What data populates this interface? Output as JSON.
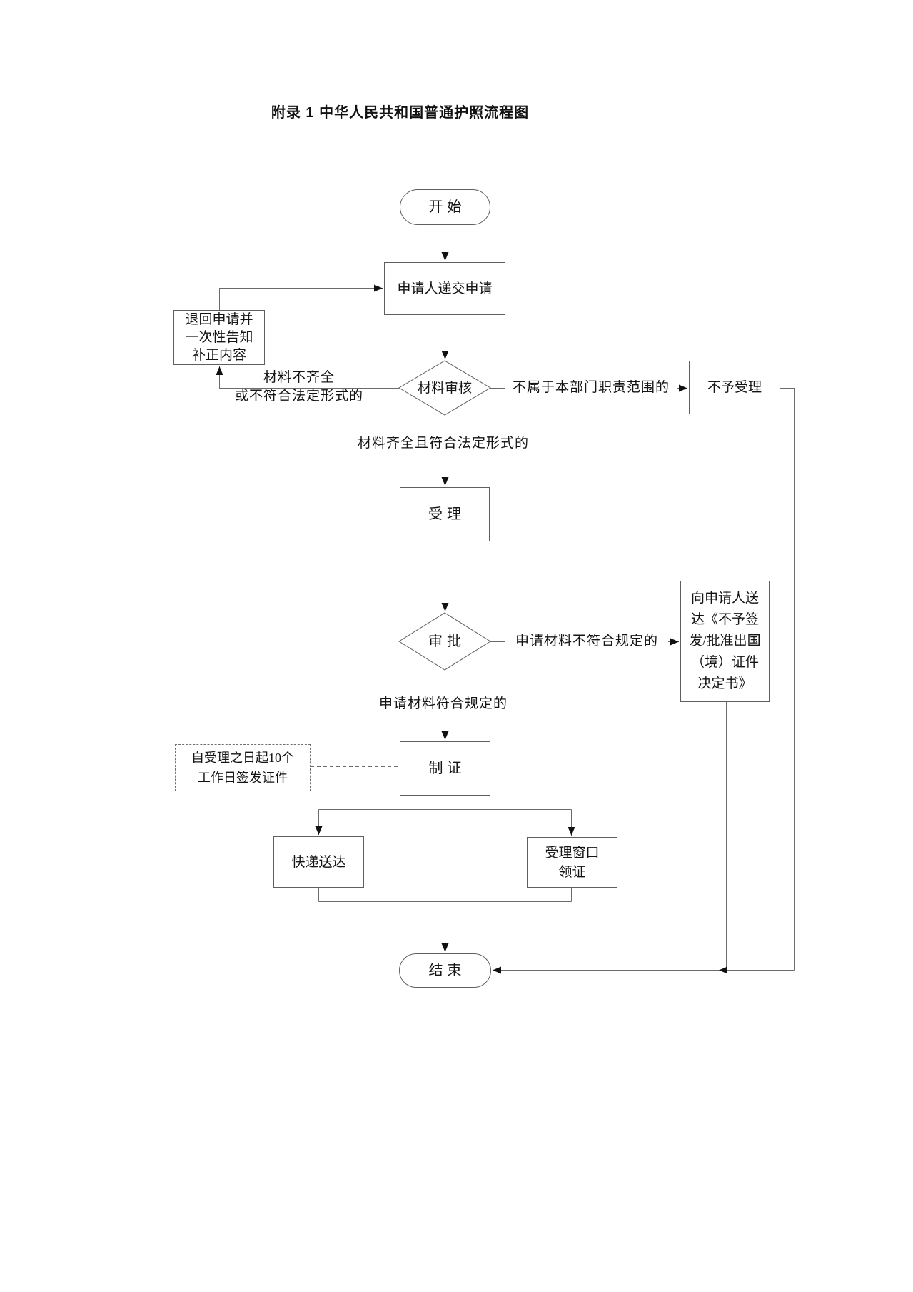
{
  "page": {
    "title": "附录 1 中华人民共和国普通护照流程图"
  },
  "nodes": {
    "start": {
      "type": "terminator",
      "label": "开始"
    },
    "submit": {
      "type": "process",
      "label": "申请人递交申请"
    },
    "review": {
      "type": "decision",
      "label": "材料审核"
    },
    "return_notice": {
      "type": "process",
      "text": "退回申请并一次性告知补正内容",
      "lines": [
        "退回申请并",
        "一次性告知",
        "补正内容"
      ]
    },
    "reject": {
      "type": "process",
      "label": "不予受理"
    },
    "accept": {
      "type": "process",
      "label": "受理"
    },
    "approve": {
      "type": "decision",
      "label": "审批"
    },
    "decision_letter": {
      "type": "process",
      "text": "向申请人送达《不予签发/批准出国（境）证件决定书》",
      "lines": [
        "向申请人送",
        "达《不予签",
        "发/批准出国",
        "（境）证件",
        "决定书》"
      ]
    },
    "make_cert": {
      "type": "process",
      "label": "制证"
    },
    "issue_note": {
      "type": "annotation",
      "text": "自受理之日起10个工作日签发证件",
      "lines": [
        "自受理之日起10个",
        "工作日签发证件"
      ]
    },
    "express": {
      "type": "process",
      "label": "快递送达"
    },
    "window_pickup": {
      "type": "process",
      "text": "受理窗口领证",
      "lines": [
        "受理窗口",
        "领证"
      ]
    },
    "end": {
      "type": "terminator",
      "label": "结束"
    }
  },
  "edge_labels": {
    "incomplete": {
      "text": "材料不齐全或不符合法定形式的",
      "lines": [
        "材料不齐全",
        "或不符合法定形式的"
      ]
    },
    "complete": {
      "text": "材料齐全且符合法定形式的"
    },
    "not_in_scope": {
      "text": "不属于本部门职责范围的"
    },
    "not_conform": {
      "text": "申请材料不符合规定的"
    },
    "conform": {
      "text": "申请材料符合规定的"
    }
  },
  "colors": {
    "background": "#ffffff",
    "line": "#6b6b6b",
    "arrow": "#111111",
    "border": "#5f5f5f",
    "text": "#141414"
  }
}
